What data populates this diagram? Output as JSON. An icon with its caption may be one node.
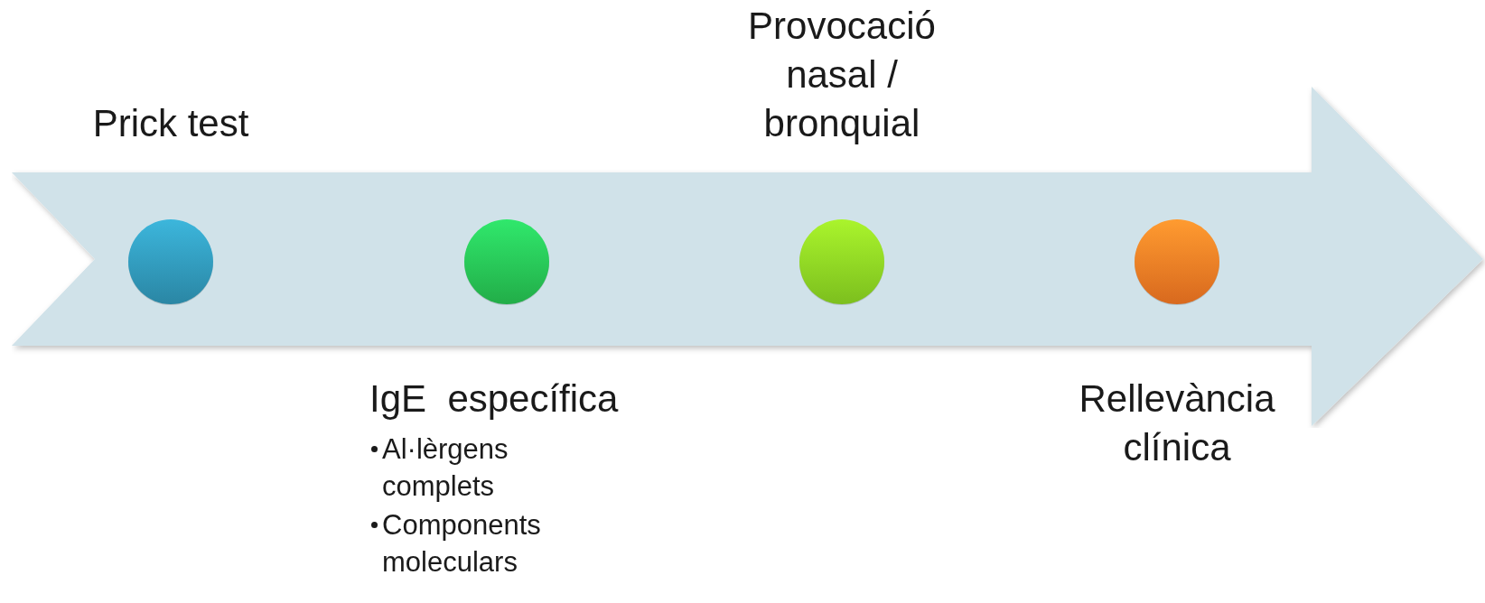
{
  "diagram": {
    "nodes": [
      {
        "text": [],
        "shape": "arrow"
      },
      {
        "text": [],
        "shape": "circle",
        "in": 0,
        "beside": [
          "Prick test"
        ]
      },
      {
        "text": [],
        "shape": "circle",
        "in": 0,
        "beside": [
          "IgE  específica",
          "Al·lèrgens complets",
          "Components moleculars"
        ]
      },
      {
        "text": [],
        "shape": "circle",
        "in": 0,
        "beside": [
          "Provocació nasal / bronquial"
        ]
      },
      {
        "text": [],
        "shape": "circle",
        "in": 0,
        "beside": [
          "Rellevància clínica"
        ]
      }
    ]
  }
}
